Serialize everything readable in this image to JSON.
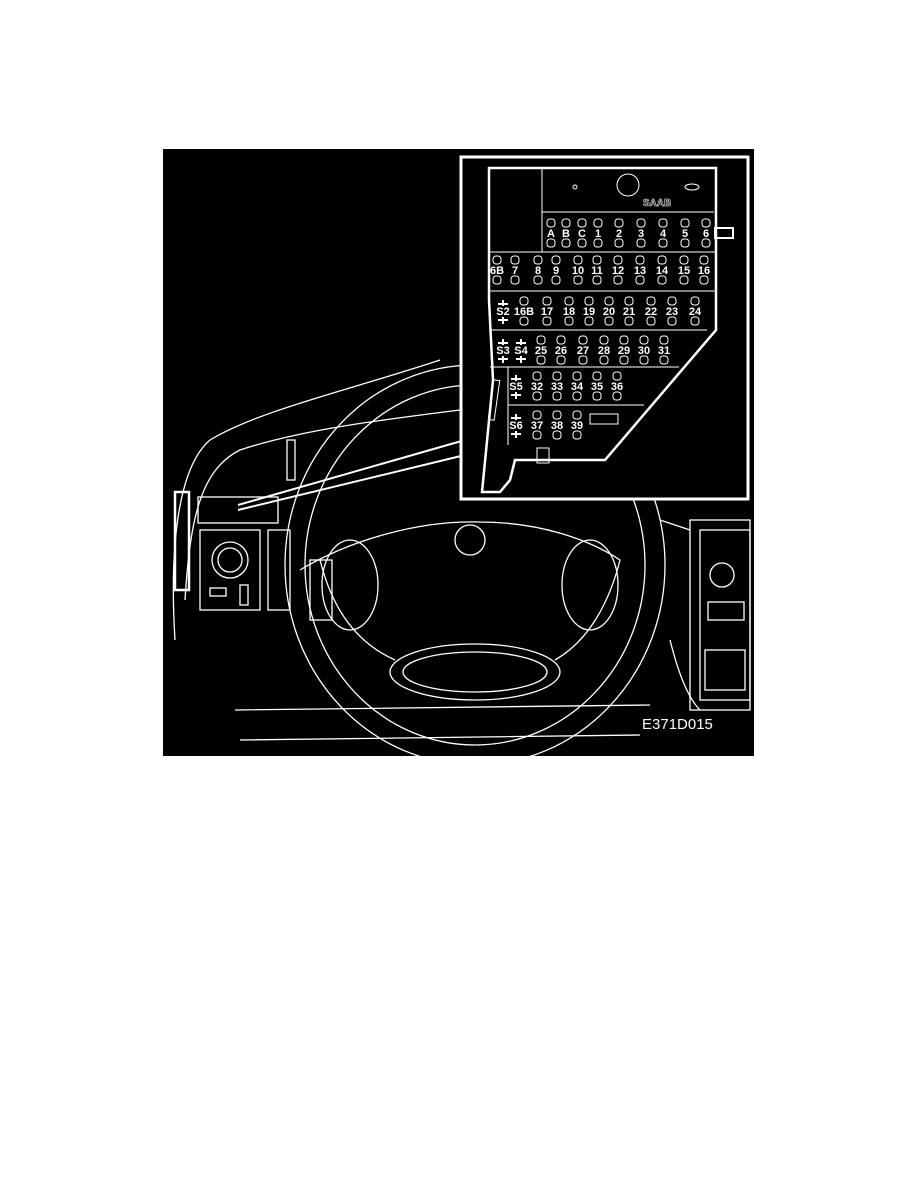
{
  "figure": {
    "code": "E371D015",
    "logo_text": "SAAB",
    "fuse_rows": [
      [
        "A",
        "B",
        "C",
        "1",
        "2",
        "3",
        "4",
        "5",
        "6"
      ],
      [
        "6B",
        "7",
        "8",
        "9",
        "10",
        "11",
        "12",
        "13",
        "14",
        "15",
        "16"
      ],
      [
        "S2",
        "16B",
        "17",
        "18",
        "19",
        "20",
        "21",
        "22",
        "23",
        "24"
      ],
      [
        "S3",
        "S4",
        "25",
        "26",
        "27",
        "28",
        "29",
        "30",
        "31"
      ],
      [
        "S5",
        "32",
        "33",
        "34",
        "35",
        "36"
      ],
      [
        "S6",
        "37",
        "38",
        "39"
      ]
    ],
    "colors": {
      "background": "#000000",
      "line": "#ffffff",
      "page": "#ffffff"
    }
  }
}
